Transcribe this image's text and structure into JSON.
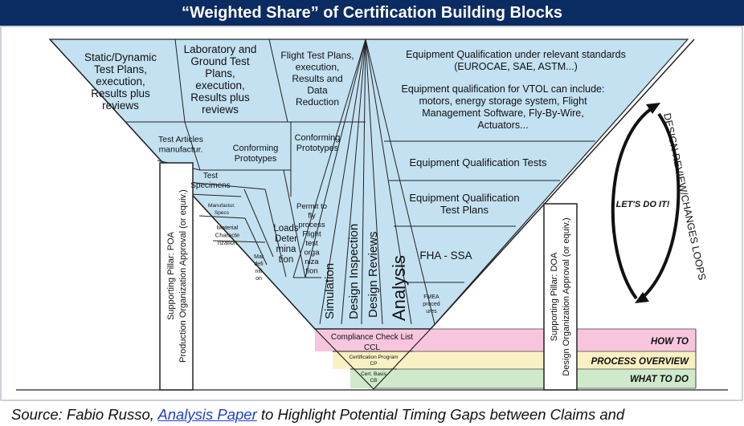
{
  "title": "“Weighted Share” of Certification Building Blocks",
  "colors": {
    "title_bg": "#0b2b63",
    "funnel_fill": "#c3e1f1",
    "how_to_band": "#f7c6dd",
    "process_overview_band": "#f9f1c3",
    "what_to_do_band": "#cfeacb",
    "arrow": "#111111"
  },
  "funnel": {
    "test_plans": {
      "static_dynamic": [
        "Static/Dynamic",
        "Test Plans,",
        "execution,",
        "Results plus",
        "reviews"
      ],
      "lab_ground": [
        "Laboratory and",
        "Ground Test",
        "Plans,",
        "execution,",
        "Results plus",
        "reviews"
      ],
      "flight_test": [
        "Flight Test Plans,",
        "execution,",
        "Results and",
        "Data",
        "Reduction"
      ]
    },
    "test_articles": [
      "Test Articles",
      "manufactur."
    ],
    "conforming_prototypes_left": [
      "Conforming",
      "Prototypes"
    ],
    "conforming_prototypes_center": [
      "Conforming",
      "Prototypes"
    ],
    "test_specimens": [
      "Test",
      "Specimens"
    ],
    "manufactur_specs": [
      "Manufactur.",
      "Specs"
    ],
    "material_characterization": [
      "Material",
      "Characte",
      "rization"
    ],
    "mat_definition": [
      "Mat",
      "defi",
      "niti",
      "on"
    ],
    "loads_determination": [
      "Loads",
      "Deter",
      "mina",
      "tion"
    ],
    "permit_to_fly": [
      "Permit to",
      "fly",
      "process",
      "Flight",
      "test",
      "orga",
      "niza",
      "tion"
    ],
    "simulation": "Simulation",
    "design_inspection": "Design Inspection",
    "design_reviews": "Design Reviews",
    "analysis": "Analysis",
    "equipment_qualification_standards": [
      "Equipment Qualification under relevant standards",
      "(EUROCAE, SAE, ASTM...)"
    ],
    "equipment_qualification_vtol": [
      "Equipment qualification for VTOL can include:",
      "motors, energy storage system, Flight",
      "Management Software, Fly-By-Wire,",
      "Actuators..."
    ],
    "equipment_qualification_tests": "Equipment Qualification Tests",
    "equipment_qualification_test_plans": [
      "Equipment Qualification",
      "Test Plans"
    ],
    "fha_ssa": "FHA - SSA",
    "fmea": [
      "FMEA",
      "proced",
      "ures"
    ],
    "compliance_check_list": [
      "Compliance Check List",
      "CCL"
    ],
    "certification_program": [
      "Certification Program",
      "CP"
    ],
    "cert_basis": [
      "Cert. Basis",
      "CB"
    ]
  },
  "pillars": {
    "poa": [
      "Supporting Pillar: POA",
      "Production Organization Approval (or equiv.)"
    ],
    "doa": [
      "Supporting Pillar: DOA",
      "Design Organization Approval (or equiv.)"
    ]
  },
  "bands": {
    "how_to": "HOW TO",
    "process_overview": "PROCESS OVERVIEW",
    "what_to_do": "WHAT TO DO"
  },
  "loop": {
    "center_label": "LET'S DO IT!",
    "side_label": "DESIGN REVIEW/CHANGES LOOPS"
  },
  "source": {
    "prefix": "Source: Fabio Russo, ",
    "link_text": "Analysis Paper",
    "suffix": " to Highlight Potential Timing Gaps between Claims and"
  }
}
